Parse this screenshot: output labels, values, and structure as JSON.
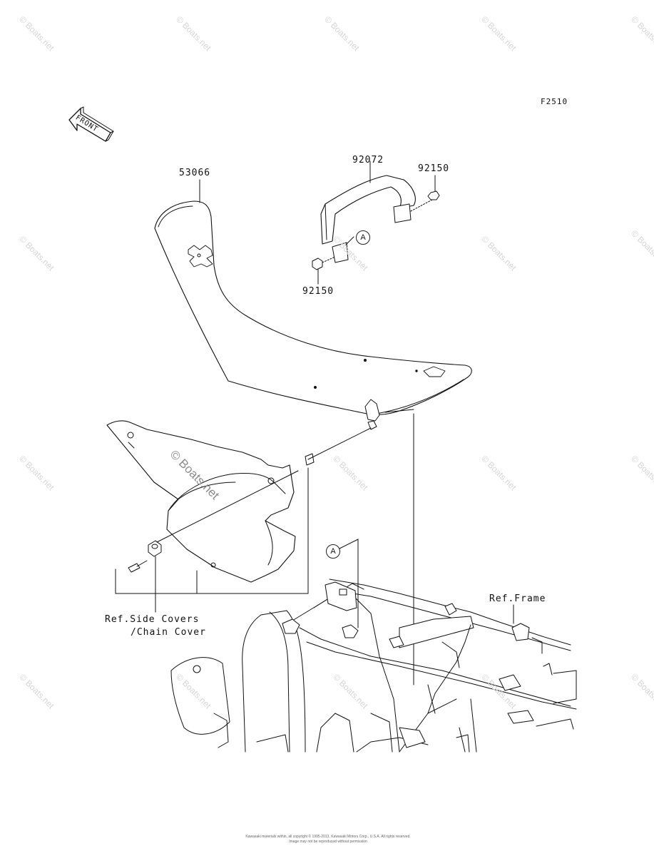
{
  "diagram_code": "F2510",
  "front_arrow_label": "FRONT",
  "parts": {
    "seat": "53066",
    "handle": "92072",
    "bolt_right": "92150",
    "bolt_left": "92150"
  },
  "callouts": {
    "a_top": "A",
    "a_frame": "A"
  },
  "references": {
    "frame": "Ref.Frame",
    "side_covers_line1": "Ref.Side Covers",
    "side_covers_line2": "/Chain Cover"
  },
  "watermarks": {
    "small": "© Boats.net",
    "big": "© Boats.net"
  },
  "copyright_line1": "Kawasaki materials within, all copyright © 1995-2013, Kawasaki Motors Corp., U.S.A. All rights reserved.",
  "copyright_line2": "Image may not be reproduced without permission"
}
